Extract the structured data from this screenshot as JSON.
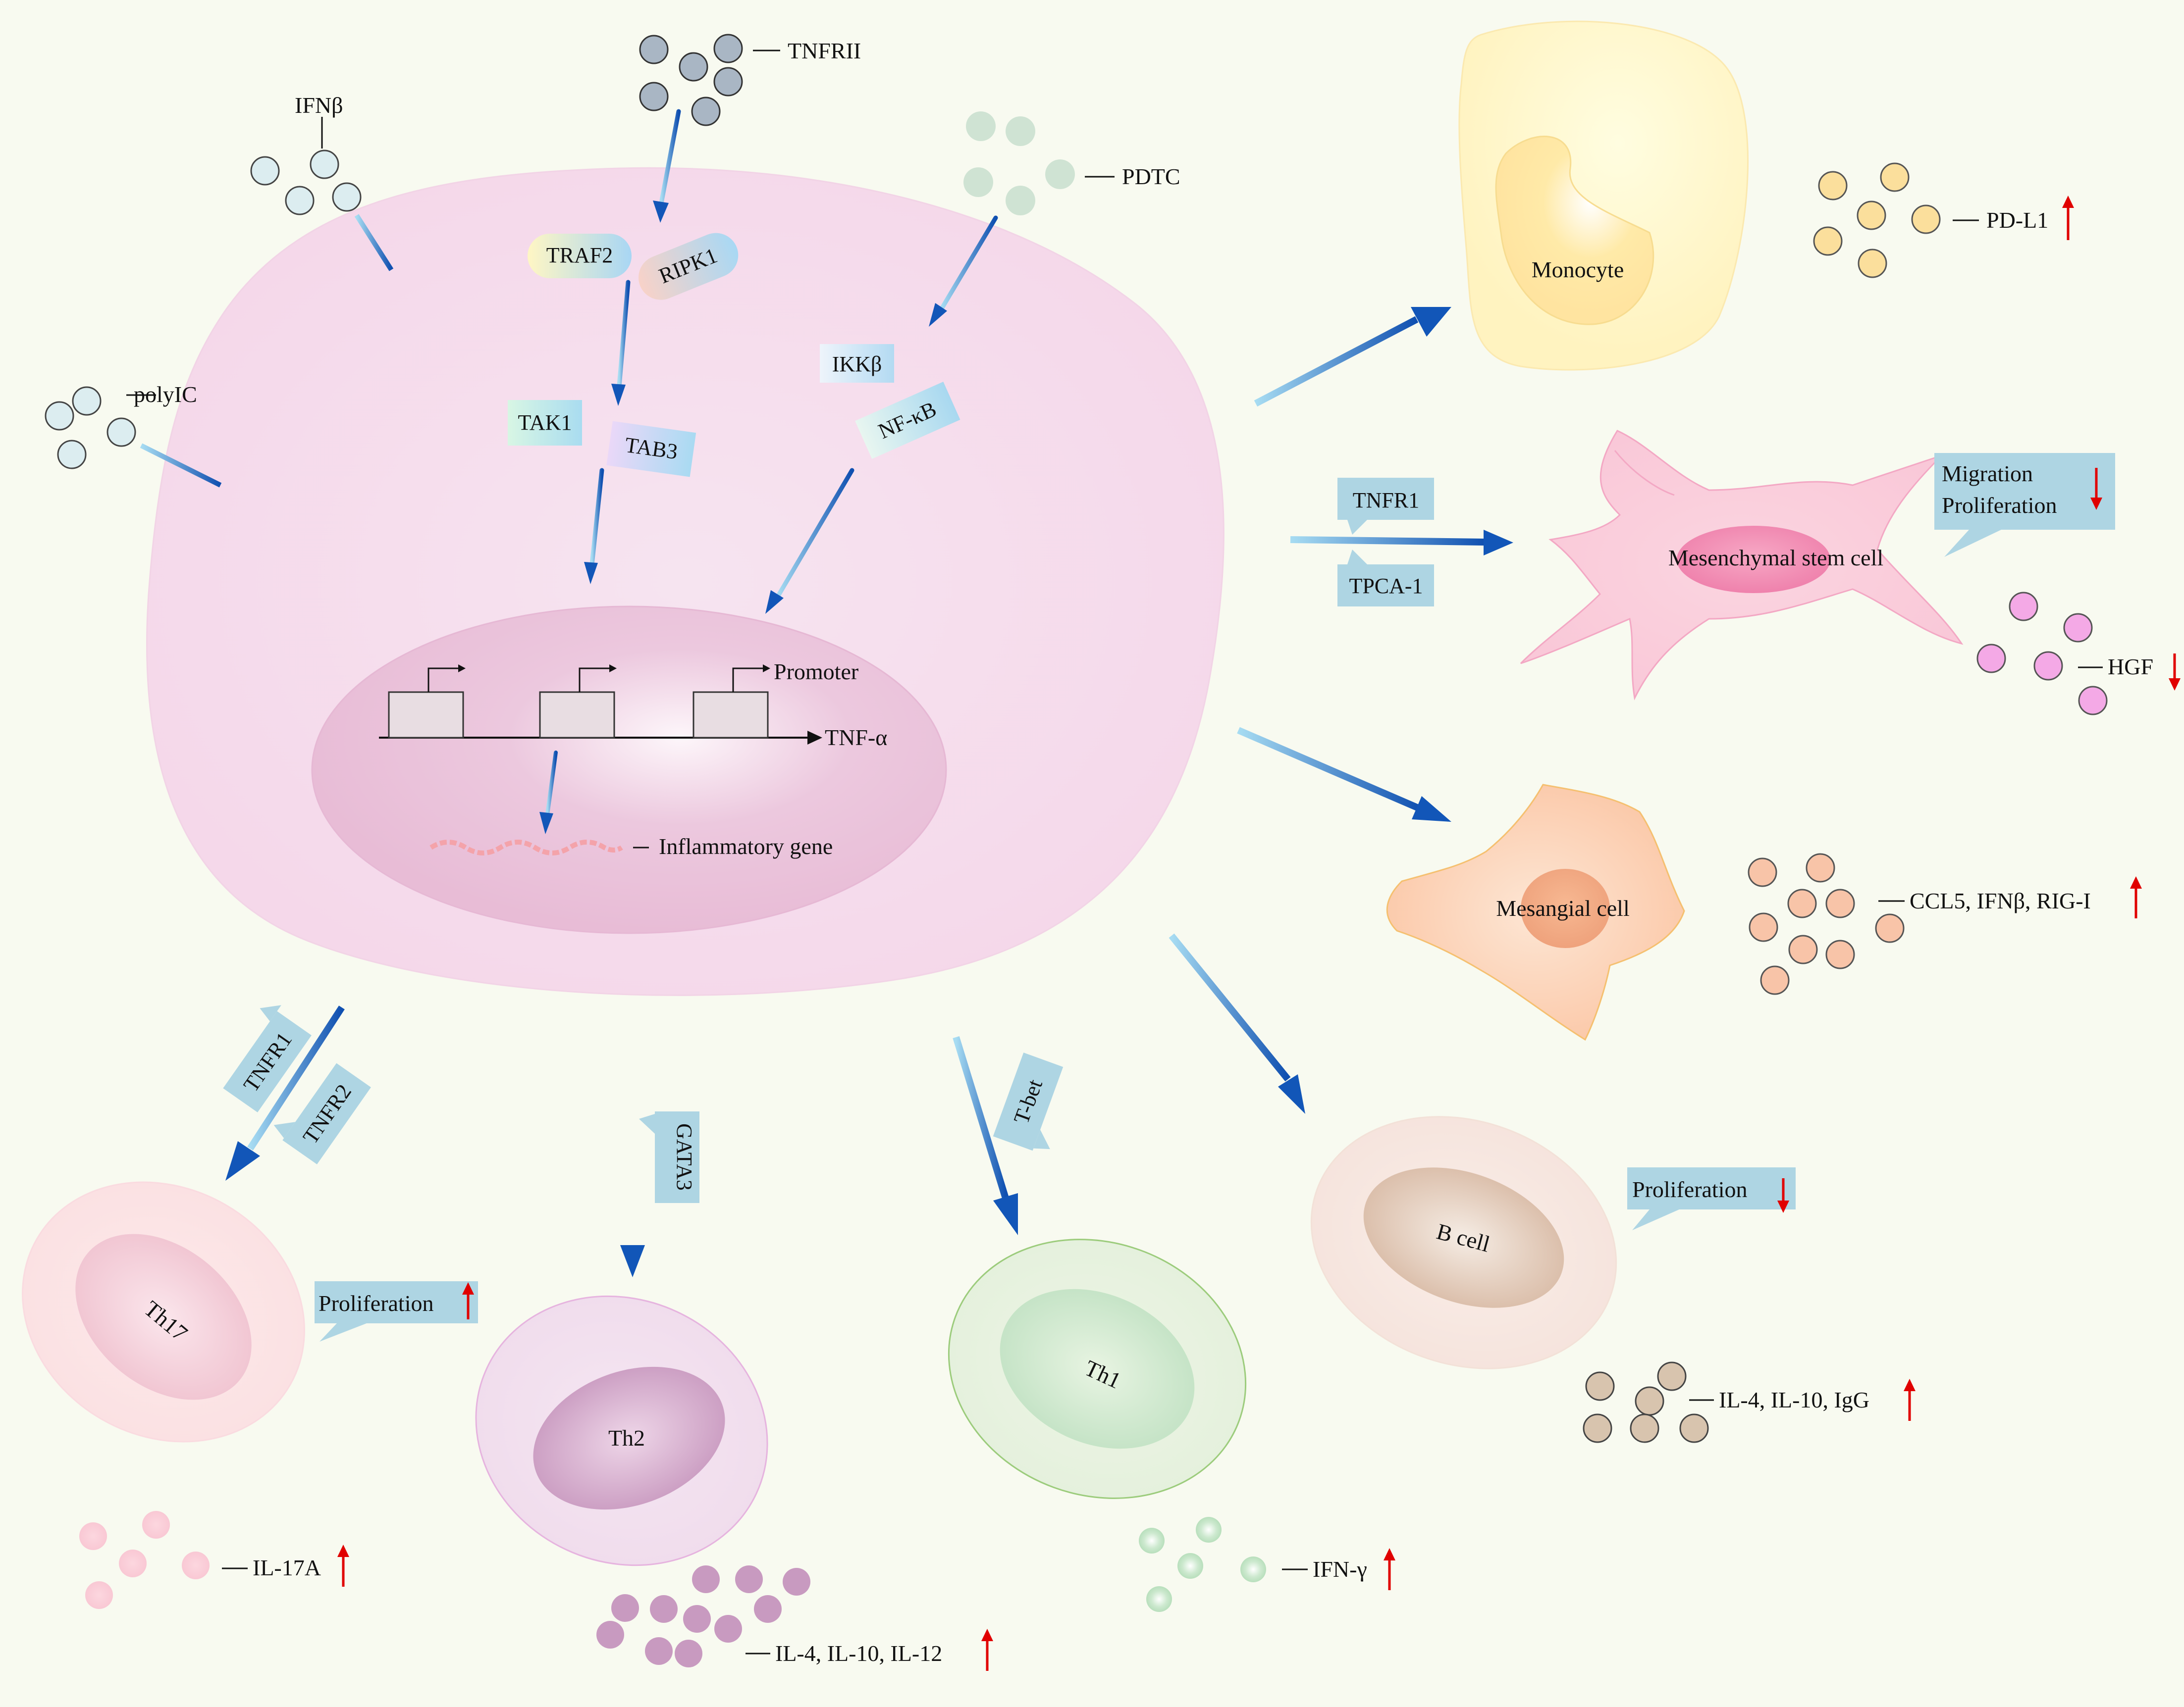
{
  "ligands": {
    "tnfrii": "TNFRII",
    "ifnb": "IFNβ",
    "pdtc": "PDTC",
    "polyic": "polyIC"
  },
  "signaling": {
    "traf2": "TRAF2",
    "ripk1": "RIPK1",
    "tak1": "TAK1",
    "tab3": "TAB3",
    "ikkb": "IKKβ",
    "nfkb": "NF-κB"
  },
  "nucleus": {
    "promoter": "Promoter",
    "tnfa": "TNF-α",
    "inflammatory_gene": "Inflammatory gene"
  },
  "targets": {
    "monocyte": "Monocyte",
    "pdl1": "PD-L1",
    "msc": "Mesenchymal stem cell",
    "tnfr1": "TNFR1",
    "tpca1": "TPCA-1",
    "migration": "Migration",
    "proliferation": "Proliferation",
    "hgf": "HGF",
    "mesangial": "Mesangial cell",
    "ccl5": "CCL5, IFNβ, RIG-I",
    "bcell": "B cell",
    "bcell_prolif": "Proliferation",
    "bcell_out": "IL-4, IL-10, IgG",
    "th17": "Th17",
    "th17_tnfr1": "TNFR1",
    "th17_tnfr2": "TNFR2",
    "th17_prolif": "Proliferation",
    "il17a": "IL-17A",
    "th2": "Th2",
    "gata3": "GATA3",
    "th2_out": "IL-4, IL-10, IL-12",
    "th1": "Th1",
    "tbet": "T-bet",
    "ifng": "IFN-γ"
  },
  "colors": {
    "arrow": "#1256b8",
    "up_arrow": "#e00000",
    "label_box": "#aed5e3"
  }
}
